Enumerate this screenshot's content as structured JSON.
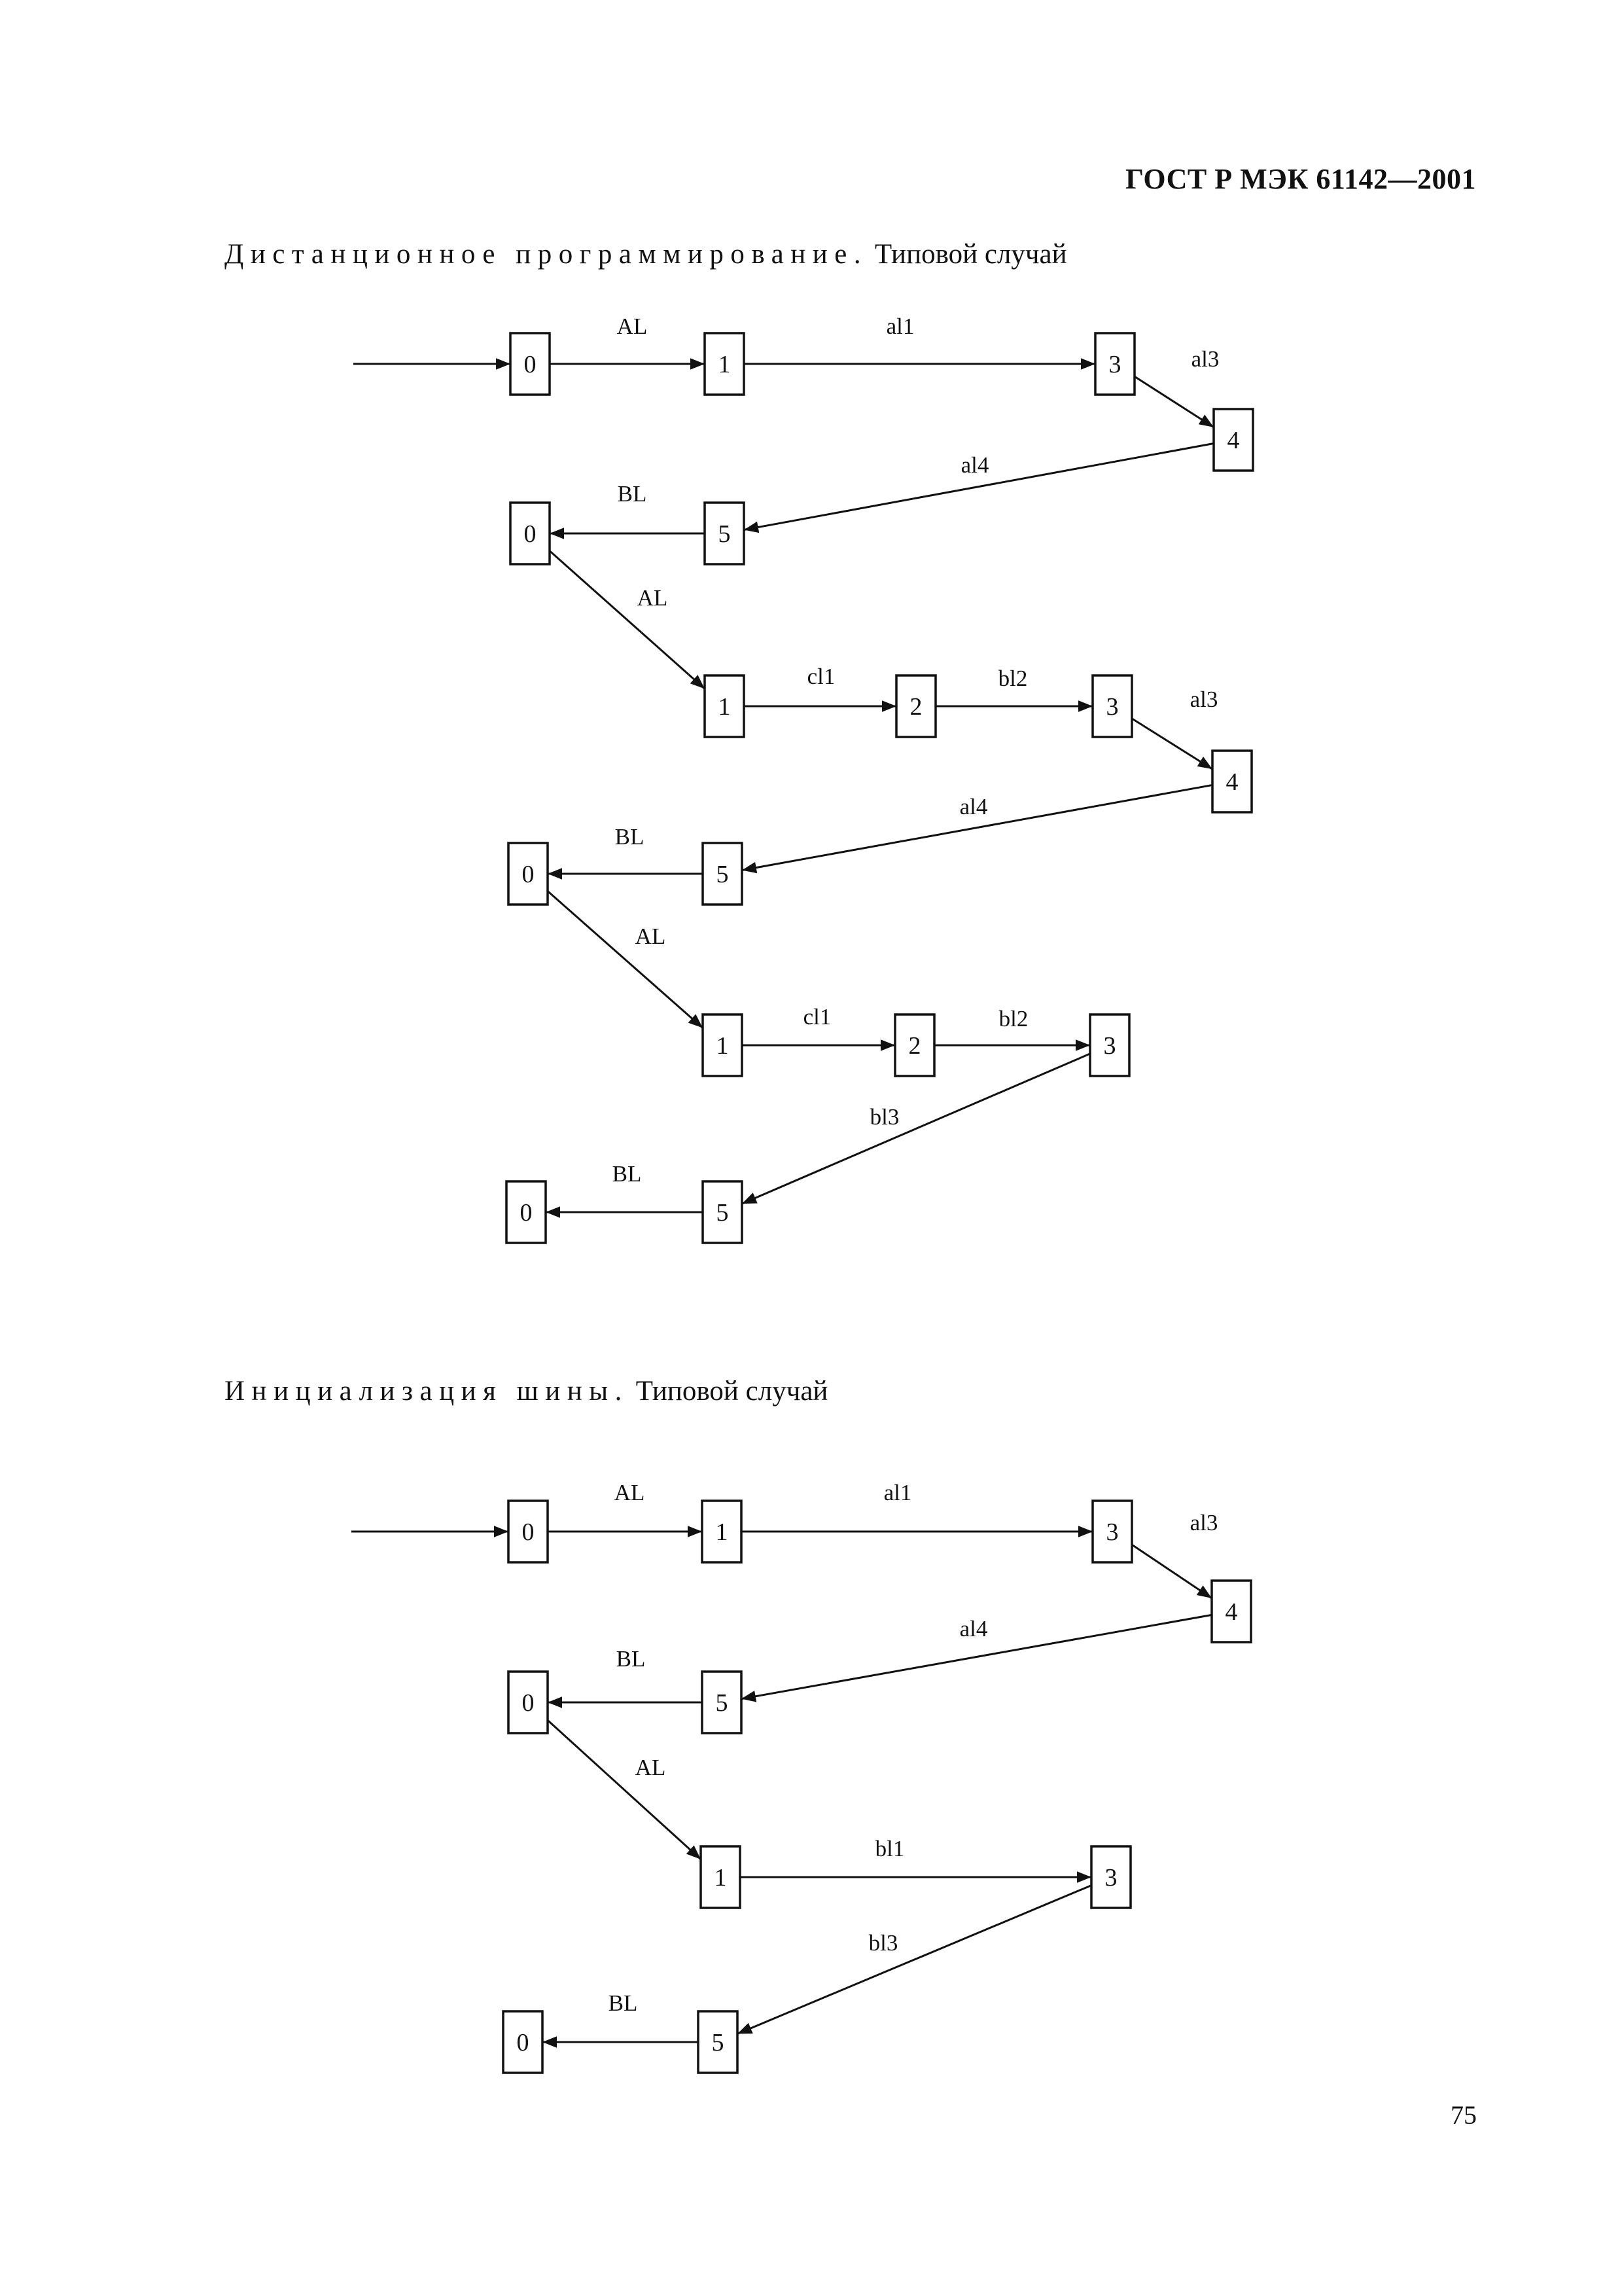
{
  "header": {
    "standard": "ГОСТ Р МЭК 61142—2001"
  },
  "section_remote": {
    "caption_spaced": "Дистанционное программирование.",
    "caption_rest": " Типовой случай"
  },
  "section_bus": {
    "caption_spaced": "Инициализация шины.",
    "caption_rest": " Типовой случай"
  },
  "diagram_remote": {
    "nodes": [
      "0",
      "1",
      "3",
      "4",
      "5",
      "0",
      "1",
      "2",
      "3",
      "4",
      "5",
      "0",
      "1",
      "2",
      "3",
      "5",
      "0"
    ],
    "edges": [
      "AL",
      "al1",
      "al3",
      "al4",
      "BL",
      "AL",
      "cl1",
      "bl2",
      "al3",
      "al4",
      "BL",
      "AL",
      "cl1",
      "bl2",
      "bl3",
      "BL"
    ]
  },
  "diagram_bus": {
    "nodes": [
      "0",
      "1",
      "3",
      "4",
      "5",
      "0",
      "1",
      "3",
      "5",
      "0"
    ],
    "edges": [
      "AL",
      "al1",
      "al3",
      "al4",
      "BL",
      "AL",
      "bl1",
      "bl3",
      "BL"
    ]
  },
  "footer": {
    "page_number": "75"
  }
}
